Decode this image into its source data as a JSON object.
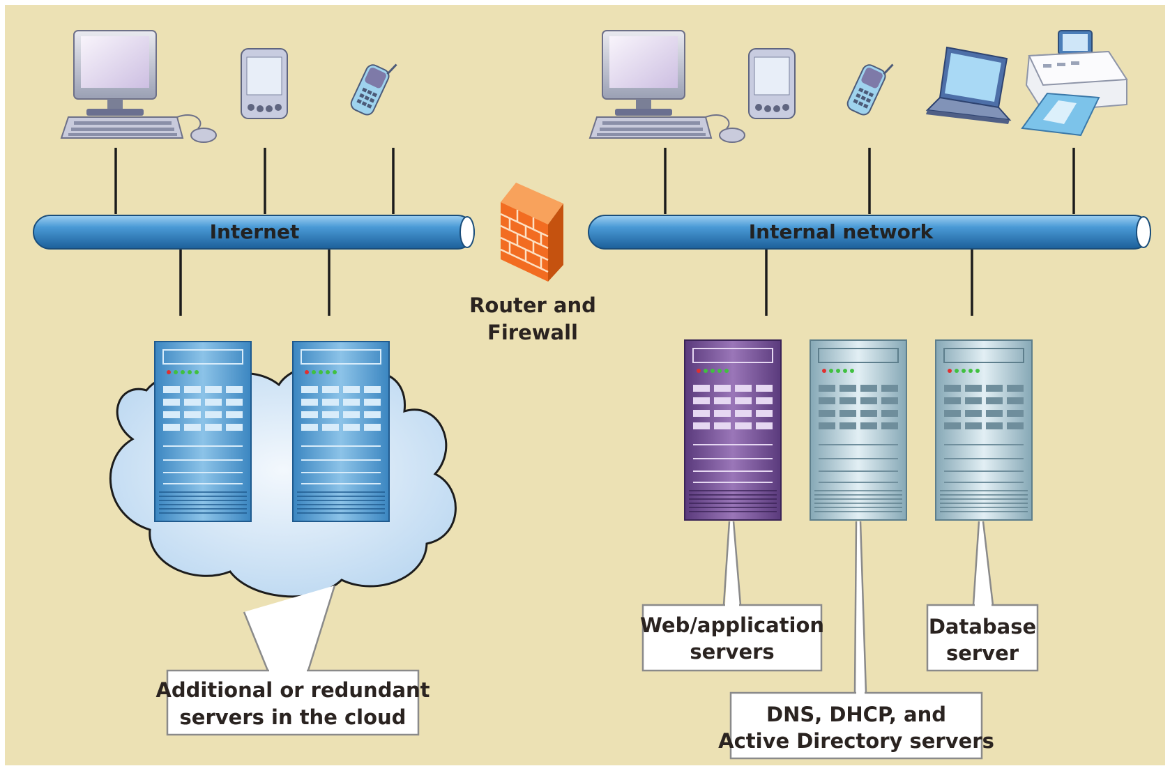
{
  "diagram": {
    "background": "#ece1b4",
    "pipe_color": "#2f86c7",
    "firewall_color": "#f26c21",
    "networks": {
      "internet_label": "Internet",
      "internal_label": "Internal network"
    },
    "router_label": [
      "Router and",
      "Firewall"
    ],
    "callouts": {
      "cloud": [
        "Additional or redundant",
        "servers in the cloud"
      ],
      "web": [
        "Web/application",
        "servers"
      ],
      "dns": [
        "DNS, DHCP, and",
        "Active Directory servers"
      ],
      "db": [
        "Database",
        "server"
      ]
    },
    "icons": {
      "internet_devices": [
        "desktop-computer-icon",
        "pda-icon",
        "cell-phone-icon"
      ],
      "internal_devices": [
        "desktop-computer-icon",
        "pda-icon",
        "cell-phone-icon",
        "laptop-icon",
        "printer-icon"
      ],
      "cloud_servers": [
        "server-tower-icon",
        "server-tower-icon"
      ],
      "internal_servers": [
        "web-server-icon",
        "dns-server-icon",
        "database-server-icon"
      ]
    }
  }
}
